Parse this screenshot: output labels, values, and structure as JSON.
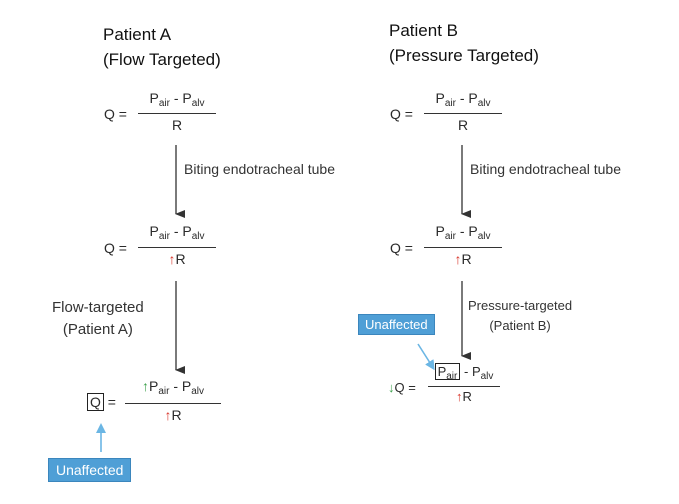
{
  "patient_a": {
    "title_line1": "Patient A",
    "title_line2": "(Flow Targeted)",
    "step1_label": "Biting endotracheal tube",
    "step2_label_line1": "Flow-targeted",
    "step2_label_line2": "(Patient A)",
    "badge": "Unaffected"
  },
  "patient_b": {
    "title_line1": "Patient B",
    "title_line2": "(Pressure Targeted)",
    "step1_label": "Biting endotracheal tube",
    "step2_label_line1": "Pressure-targeted",
    "step2_label_line2": "(Patient B)",
    "badge": "Unaffected"
  },
  "formula": {
    "q": "Q",
    "eq": "=",
    "p": "P",
    "air": "air",
    "alv": "alv",
    "minus": "-",
    "r": "R",
    "up_arrow": "↑",
    "down_arrow": "↓"
  },
  "colors": {
    "increase_resistance": "#d9372c",
    "increase_pressure": "#3aa04a",
    "decrease_flow": "#3aa04a",
    "badge": "#4f9fd6",
    "pointer_arrow": "#6bb6e4"
  }
}
